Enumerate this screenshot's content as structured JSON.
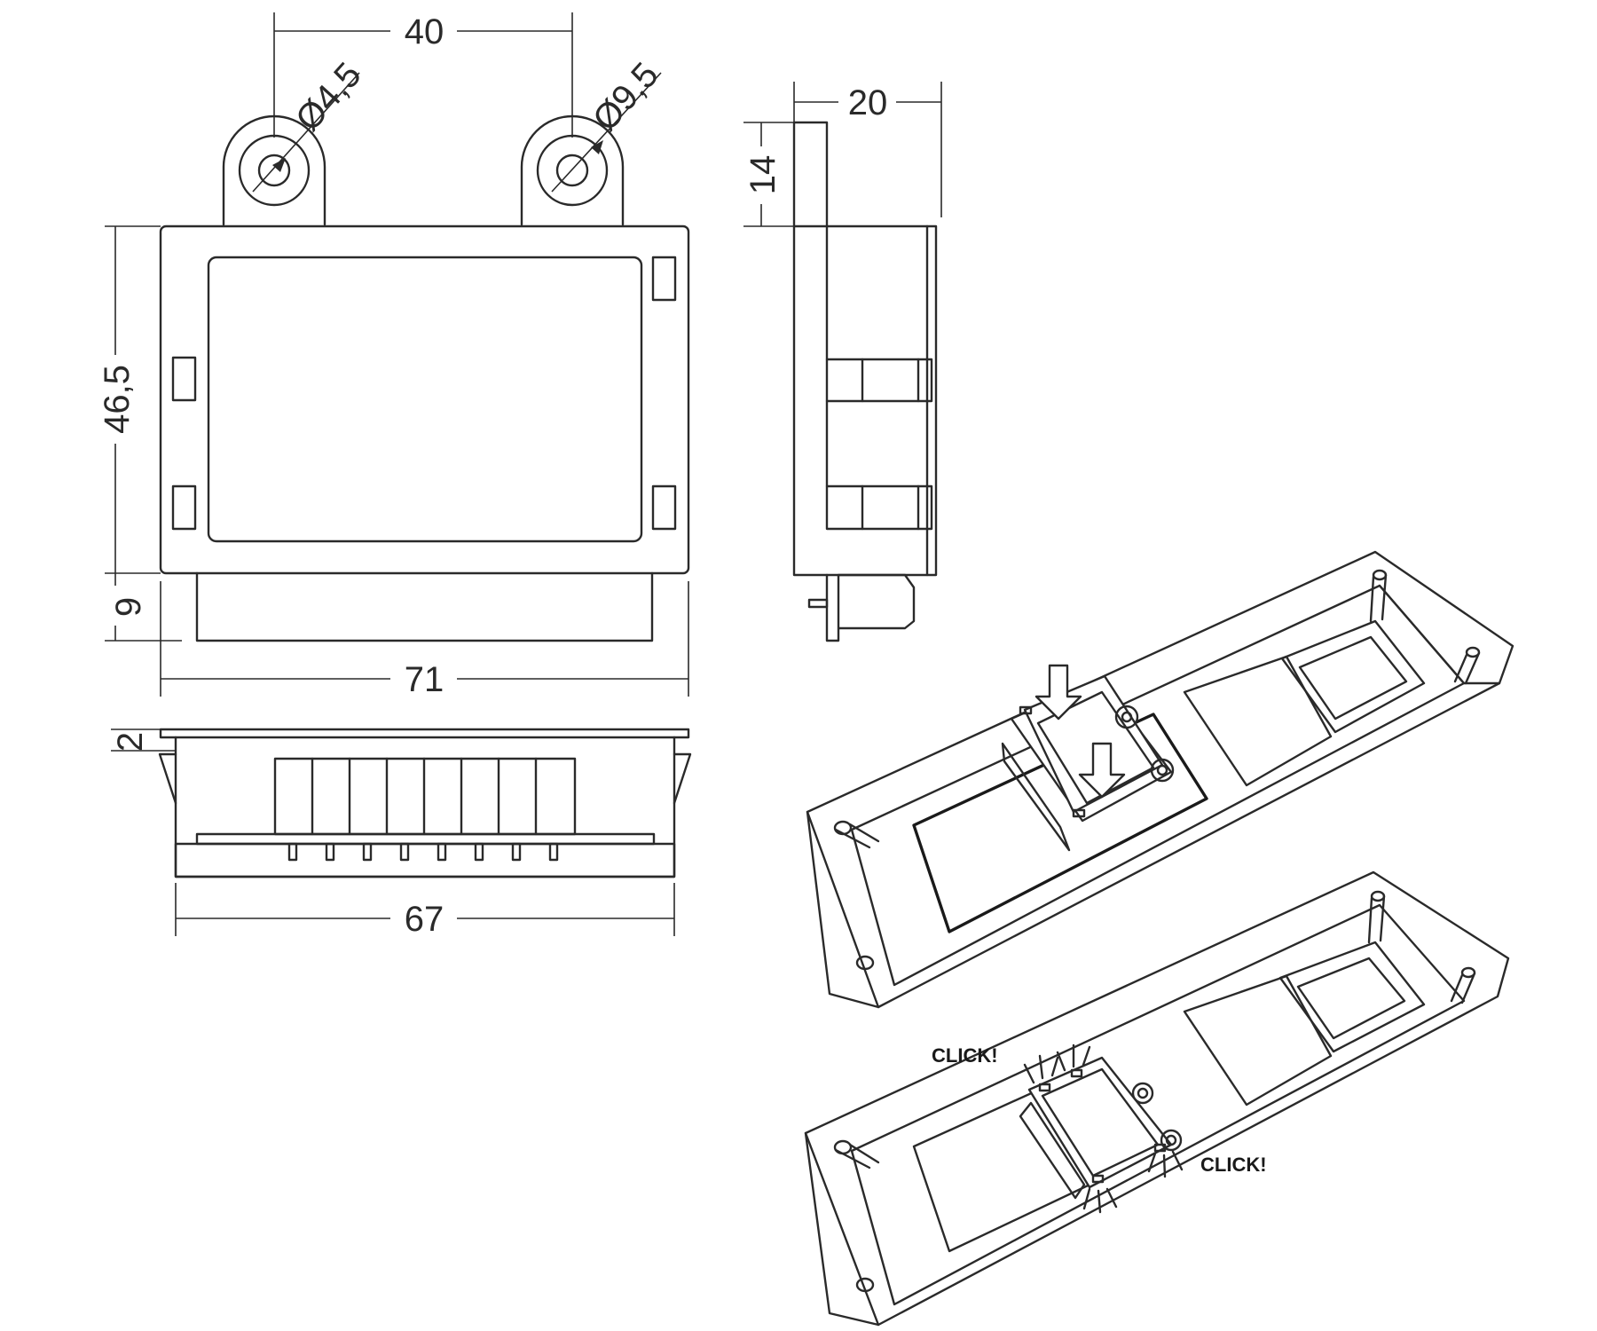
{
  "drawing": {
    "front_view": {
      "dim_width_overall": "71",
      "dim_hole_spacing": "40",
      "dim_height_body": "46,5",
      "dim_height_connector": "9",
      "dim_hole_small": "Ø4,5",
      "dim_hole_large": "Ø9,5"
    },
    "side_view": {
      "dim_depth": "20",
      "dim_flange_height": "14"
    },
    "bottom_view": {
      "dim_width_inner": "67",
      "dim_flange_thickness": "2",
      "terminal_count": 8
    },
    "assembly": {
      "click_label_1": "CLICK!",
      "click_label_2": "CLICK!",
      "push_arrows": 2
    }
  }
}
